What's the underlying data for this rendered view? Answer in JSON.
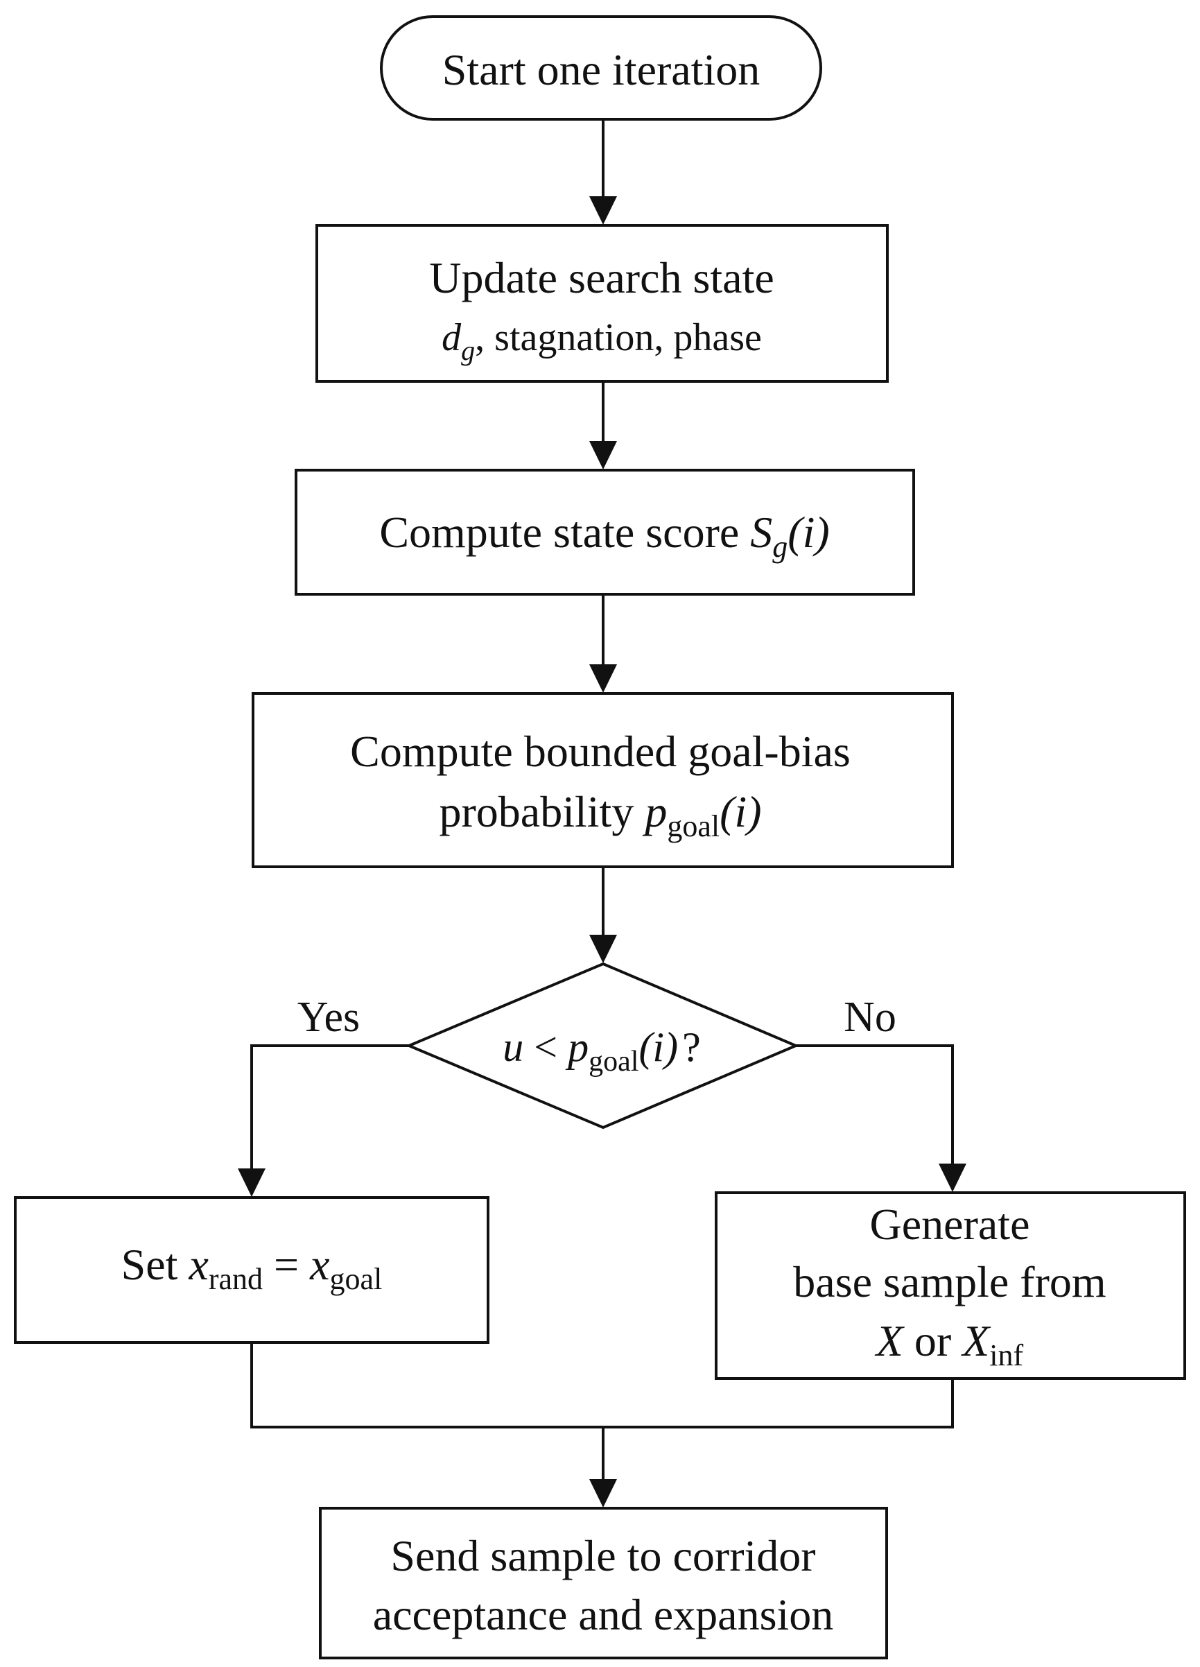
{
  "diagram": {
    "start": {
      "label": "Start one iteration"
    },
    "update": {
      "line1": "Update search state",
      "var_base": "d",
      "var_sub": "g",
      "line2_rest": ", stagnation, phase"
    },
    "score": {
      "prefix": "Compute state score ",
      "sym": "S",
      "sub": "g",
      "arg": "(i)"
    },
    "prob": {
      "line1": "Compute bounded goal-bias",
      "line2_prefix": "probability ",
      "sym": "p",
      "sub": "goal",
      "arg": "(i)"
    },
    "decision": {
      "lhs": "u",
      "op": " < ",
      "sym": "p",
      "sub": "goal",
      "arg": "(i)",
      "qmark": "?",
      "yes_label": "Yes",
      "no_label": "No"
    },
    "set_goal": {
      "prefix": "Set ",
      "lhs": "x",
      "lhs_sub": "rand",
      "eq": " = ",
      "rhs": "x",
      "rhs_sub": "goal"
    },
    "generate": {
      "line1": "Generate",
      "line2": "base sample from",
      "x": "X",
      "or": " or ",
      "xinf": "X",
      "xinf_sub": "inf"
    },
    "send": {
      "line1": "Send sample to corridor",
      "line2": "acceptance and expansion"
    }
  }
}
